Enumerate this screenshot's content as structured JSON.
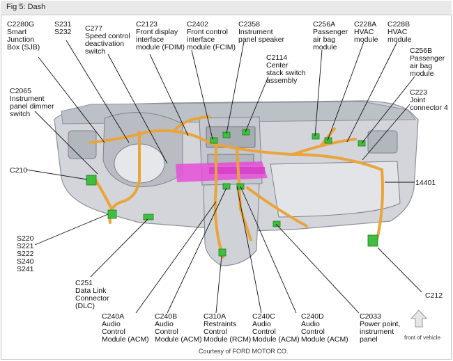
{
  "figure": {
    "title": "Fig 5: Dash"
  },
  "labels": {
    "c2280g": [
      "C2280G",
      "Smart",
      "Junction",
      "Box (SJB)"
    ],
    "s231": [
      "S231",
      "S232"
    ],
    "c277": [
      "C277",
      "Speed control",
      "deactivation",
      "switch"
    ],
    "c2123": [
      "C2123",
      "Front display",
      "interface",
      "module (FDIM)"
    ],
    "c2402": [
      "C2402",
      "Front control",
      "interface",
      "module (FCIM)"
    ],
    "c2358": [
      "C2358",
      "Instrument",
      "panel speaker"
    ],
    "c2114": [
      "C2114",
      "Center",
      "stack switch",
      "assembly"
    ],
    "c256a": [
      "C256A",
      "Passenger",
      "air bag",
      "module"
    ],
    "c228a": [
      "C228A",
      "HVAC",
      "module"
    ],
    "c228b": [
      "C228B",
      "HVAC",
      "module"
    ],
    "c256b": [
      "C256B",
      "Passenger",
      "air bag",
      "module"
    ],
    "c223": [
      "C223",
      "Joint",
      "connector 4"
    ],
    "c2065": [
      "C2065",
      "Instrument",
      "panel dimmer",
      "switch"
    ],
    "c210": [
      "C210"
    ],
    "n14401": [
      "14401"
    ],
    "splices": [
      "S220",
      "S221",
      "S222",
      "S240",
      "S241"
    ],
    "c251": [
      "C251",
      "Data Link",
      "Connector",
      "(DLC)"
    ],
    "c240a": [
      "C240A",
      "Audio",
      "Control",
      "Module (ACM)"
    ],
    "c240b": [
      "C240B",
      "Audio",
      "Control",
      "Module (ACM)"
    ],
    "c310a": [
      "C310A",
      "Restraints",
      "Control",
      "Module (RCM)"
    ],
    "c240c": [
      "C240C",
      "Audio",
      "Control",
      "Module (ACM)"
    ],
    "c240d": [
      "C240D",
      "Audio",
      "Control",
      "Module (ACM)"
    ],
    "c2033": [
      "C2033",
      "Power point,",
      "instrument",
      "panel"
    ],
    "c212": [
      "C212"
    ]
  },
  "orientation": {
    "label": "front of vehicle",
    "icon": "up-arrow-icon"
  },
  "credit": "Courtesy of FORD MOTOR CO.",
  "colors": {
    "harness": "#e9a43a",
    "connector": "#3fbf3f",
    "highlight": "#e84fd8",
    "dash_body": "#c9ccd2"
  }
}
